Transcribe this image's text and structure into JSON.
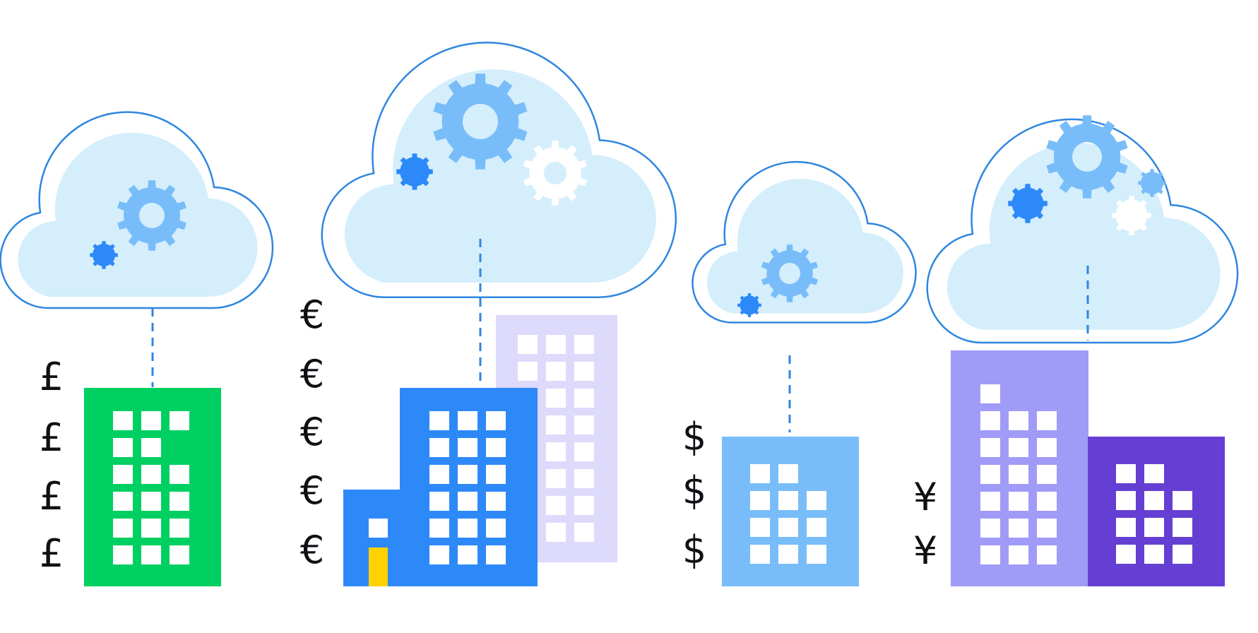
{
  "colors": {
    "cloud_fill": "#d4eefc",
    "cloud_stroke": "#2f86e0",
    "gear_light": "#78bdf9",
    "gear_dark": "#2e89f8",
    "gear_white": "#ffffff",
    "building_green": "#00d062",
    "building_blue": "#2e89f8",
    "building_lavender": "#dedafc",
    "building_light_blue": "#78bdf9",
    "building_periwinkle": "#a19bf8",
    "building_purple": "#653fd3",
    "door_yellow": "#ffd100",
    "currency_text": "#0f0f14"
  },
  "icons": [
    "cloud-icon",
    "gear-icon",
    "building-icon"
  ],
  "groups": [
    {
      "name": "pound-group",
      "currency": [
        "£",
        "£",
        "£",
        "£"
      ]
    },
    {
      "name": "euro-group",
      "currency": [
        "€",
        "€",
        "€",
        "€",
        "€"
      ]
    },
    {
      "name": "dollar-group",
      "currency": [
        "$",
        "$",
        "$"
      ]
    },
    {
      "name": "yen-group",
      "currency": [
        "¥",
        "¥"
      ]
    }
  ]
}
